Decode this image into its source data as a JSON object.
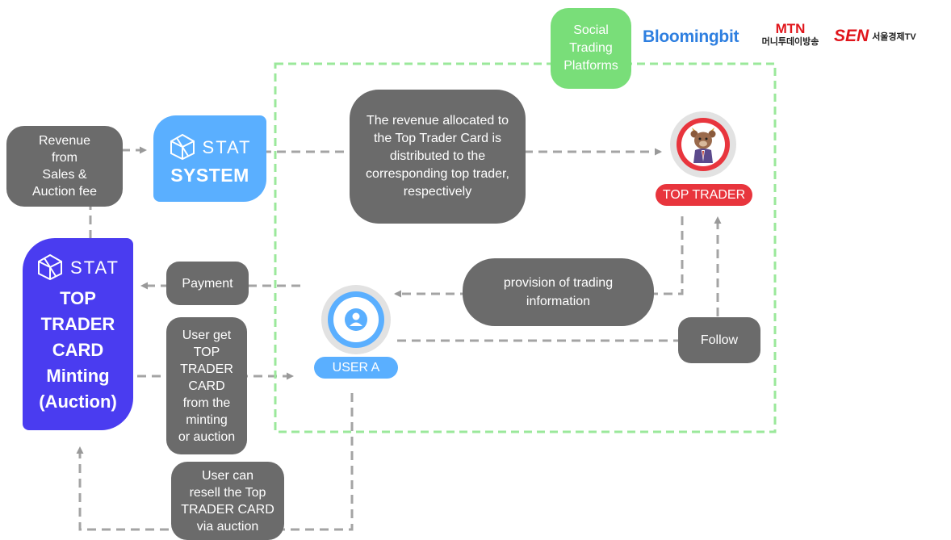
{
  "platforms": {
    "label": "Social\nTrading\nPlatforms",
    "logos": [
      {
        "text": "Bloomingbit",
        "color": "#2e7fe0"
      },
      {
        "top": "MTN",
        "bottom": "머니투데이방송",
        "color": "#e0151b"
      },
      {
        "mark": "SEN",
        "text": "서울경제TV",
        "color": "#e0151b"
      }
    ]
  },
  "revenue": {
    "label": "Revenue\nfrom\nSales &\nAuction fee"
  },
  "system": {
    "logo_text": "STAT",
    "title": "SYSTEM",
    "color": "#5aafff"
  },
  "distribution": {
    "label": "The revenue allocated to\nthe Top Trader Card is\ndistributed to the\ncorresponding top trader,\nrespectively"
  },
  "top_trader": {
    "label": "TOP TRADER",
    "color": "#e8353d"
  },
  "card": {
    "logo_text": "STAT",
    "title": "TOP\nTRADER\nCARD\nMinting\n(Auction)",
    "color": "#4a3cf0"
  },
  "payment": {
    "label": "Payment"
  },
  "provision": {
    "label": "provision of trading\ninformation"
  },
  "user": {
    "label": "USER A",
    "color": "#5aafff"
  },
  "follow": {
    "label": "Follow"
  },
  "user_get": {
    "label": "User get\nTOP\nTRADER\nCARD\nfrom the\nminting\nor auction"
  },
  "resell": {
    "label": "User can\nresell the Top\nTRADER CARD\nvia auction"
  }
}
